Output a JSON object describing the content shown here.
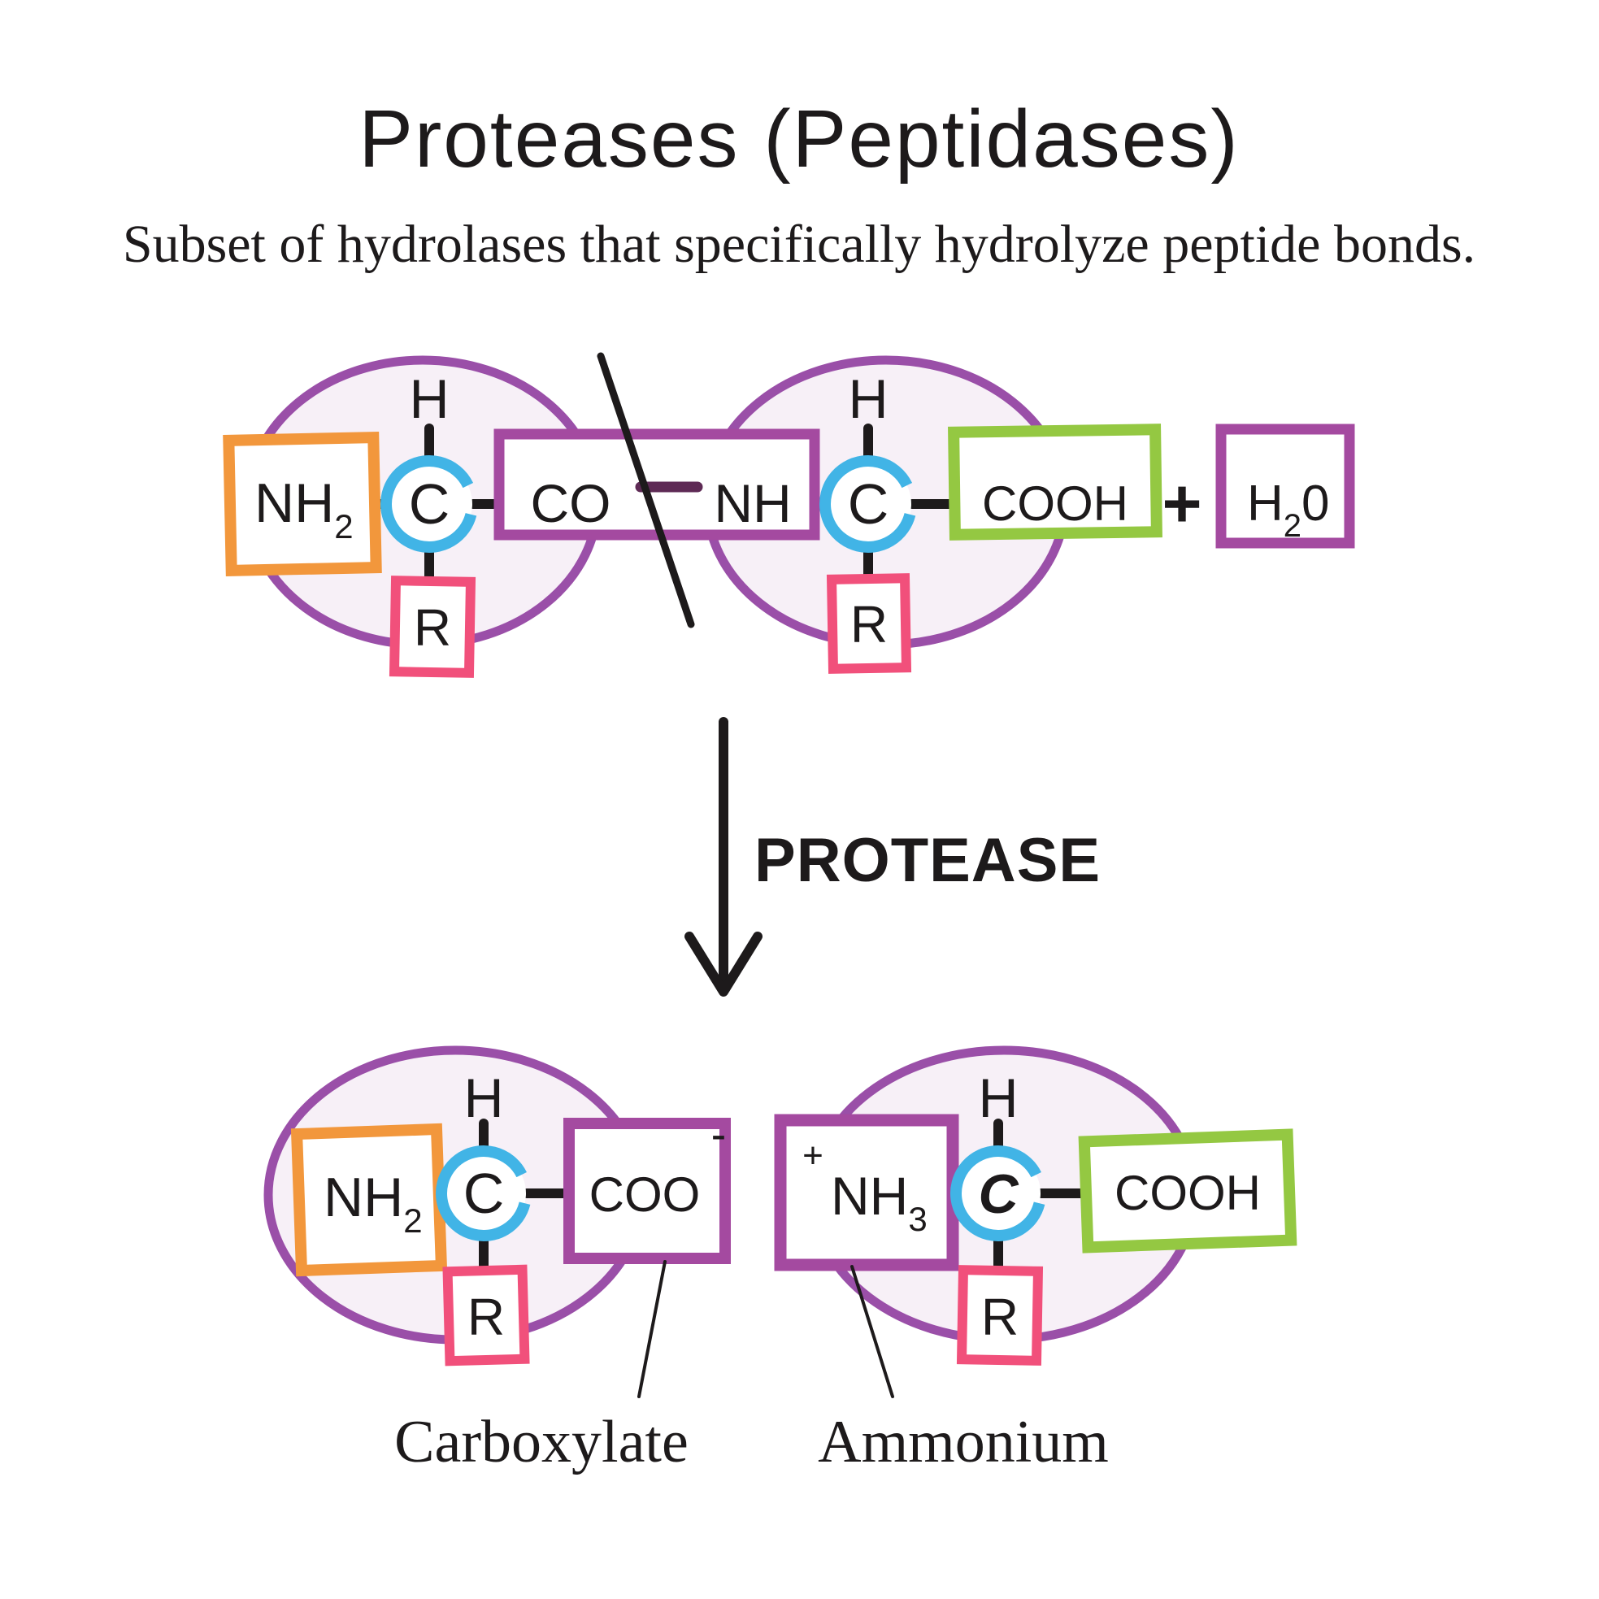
{
  "title": "Proteases (Peptidases)",
  "subtitle": "Subset of hydrolases that specifically hydrolyze peptide bonds.",
  "colors": {
    "orange": "#F2973C",
    "pink": "#F1507B",
    "blue": "#41B4E6",
    "green": "#94C842",
    "purple": "#A44AA0",
    "purple_ellipse": "#9A4FA8",
    "purple_dark": "#5E2A55",
    "ellipse_fill": "#F7F0F7",
    "ink": "#1D1A1B"
  },
  "substrate": {
    "amine": {
      "main": "NH",
      "sub": "2"
    },
    "hydrogen_left": "H",
    "alpha_carbon_left": "C",
    "side_chain_left": "R",
    "carbonyl": "CO",
    "amide": "NH",
    "hydrogen_right": "H",
    "alpha_carbon_right": "C",
    "side_chain_right": "R",
    "carboxyl": "COOH",
    "plus": "+",
    "water": {
      "main": "H",
      "sub": "2",
      "tail": "0"
    }
  },
  "enzyme": {
    "label": "PROTEASE"
  },
  "products": {
    "left": {
      "amine": {
        "main": "NH",
        "sub": "2"
      },
      "hydrogen": "H",
      "alpha_carbon": "C",
      "side_chain": "R",
      "carboxylate": {
        "main": "COO",
        "sup": "-"
      },
      "caption": "Carboxylate"
    },
    "right": {
      "ammonium": {
        "sup": "+",
        "main": "NH",
        "sub": "3"
      },
      "hydrogen": "H",
      "alpha_carbon": "C",
      "side_chain": "R",
      "carboxyl": "COOH",
      "caption": "Ammonium"
    }
  }
}
